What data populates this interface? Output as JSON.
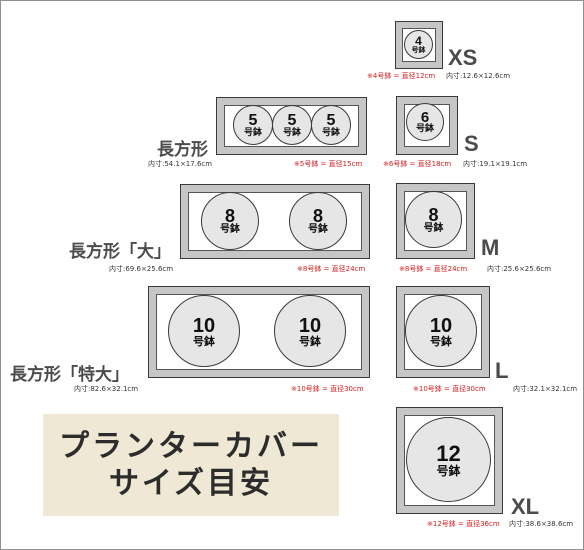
{
  "title": {
    "line1": "プランターカバー",
    "line2": "サイズ目安"
  },
  "unit": "号鉢",
  "square": {
    "xs": {
      "size": "XS",
      "pot": "4",
      "note": "※4号鉢 = 直径12cm",
      "dim": "内寸:12.6×12.6cm"
    },
    "s": {
      "size": "S",
      "pot": "6",
      "note": "※6号鉢 = 直径18cm",
      "dim": "内寸:19.1×19.1cm"
    },
    "m": {
      "size": "M",
      "pot": "8",
      "note": "※8号鉢 = 直径24cm",
      "dim": "内寸:25.6×25.6cm"
    },
    "l": {
      "size": "L",
      "pot": "10",
      "note": "※10号鉢 = 直径30cm",
      "dim": "内寸:32.1×32.1cm"
    },
    "xl": {
      "size": "XL",
      "pot": "12",
      "note": "※12号鉢 = 直径36cm",
      "dim": "内寸:38.6×38.6cm"
    }
  },
  "rect": {
    "normal": {
      "label": "長方形",
      "pots": [
        "5",
        "5",
        "5"
      ],
      "note": "※5号鉢 = 直径15cm",
      "dim": "内寸:54.1×17.6cm"
    },
    "large": {
      "label": "長方形「大」",
      "pots": [
        "8",
        "8"
      ],
      "note": "※8号鉢 = 直径24cm",
      "dim": "内寸:69.6×25.6cm"
    },
    "xlarge": {
      "label": "長方形「特大」",
      "pots": [
        "10",
        "10"
      ],
      "note": "※10号鉢 = 直径30cm",
      "dim": "内寸:82.6×32.1cm"
    }
  }
}
